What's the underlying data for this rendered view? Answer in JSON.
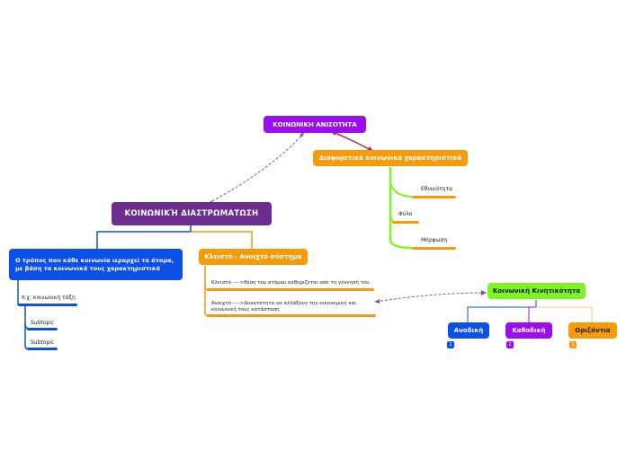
{
  "nodes": {
    "inequality": "ΚΟΙΝΩΝΙΚΗ ΑΝΙΣΟΤΗΤΑ",
    "different_characteristics": "Διαφορετικά κοινωνικά χαρακτηριστικά",
    "stratification": "ΚΟΙΝΩΝΙΚΉ ΔΙΑΣΤΡΩΜΑΤΩΣΗ",
    "hierarchy_definition": "Ο τρόπος που κάθε κοινωνία ιεραρχεί τα άτομα, με βάση τα κοινωνικά τους χαρακτηριστικά",
    "closed_open": "Κλειστό - Ανοιχτό σύστημα",
    "mobility": "Κοινωνική Κινητικότητα",
    "upward": "Ανοδική",
    "downward": "Καθοδική",
    "horizontal": "Οριζόντια"
  },
  "subtopics": {
    "ethnicity": "Εθνικότητα",
    "gender": "Φύλο",
    "education": "Μόρφωση",
    "example": "π.χ. κοινωνική τάξη",
    "subtopic_1": "Subtopic",
    "subtopic_2": "Subtopic",
    "closed": "Κλειστό ---->θέση του ατόμου καθορίζεται από τη γέννησή του.",
    "open": "Ανοιχτό ---->Δυνατότητα να αλλάξουν την οικονομική και κοινωνική τους κατάσταση"
  },
  "badges": {
    "upward": "1",
    "downward": "1",
    "horizontal": "1"
  },
  "colors": {
    "purple": "#9c0cf0",
    "dark_purple": "#6b2d8e",
    "orange": "#f59b0c",
    "blue": "#0b50e8",
    "green": "#7cf523",
    "relation_red": "#b5304a",
    "relation_dashed": "#7a5aa8"
  }
}
